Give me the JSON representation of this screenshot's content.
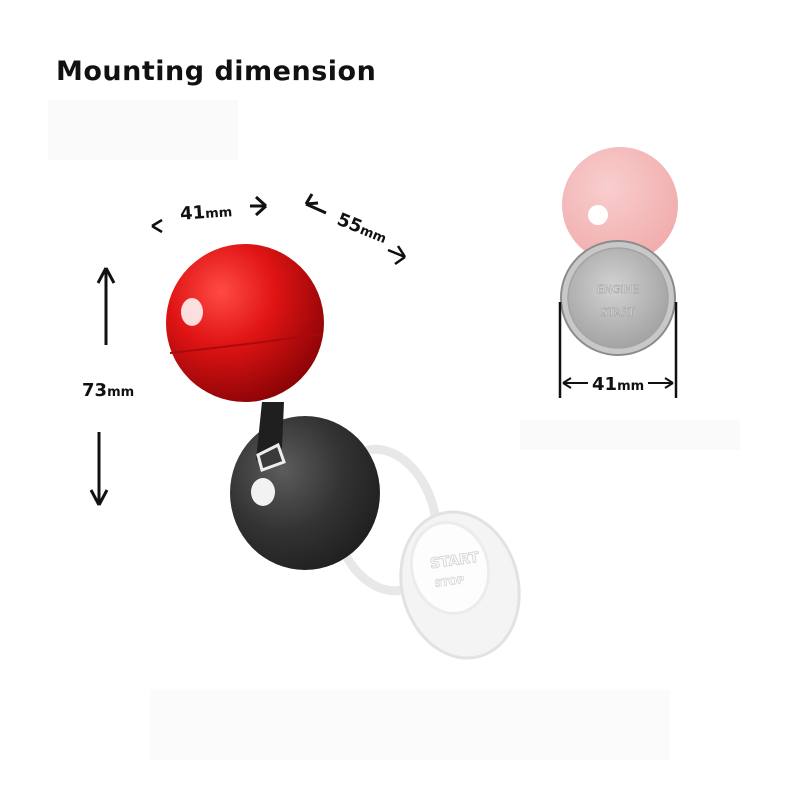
{
  "title": "Mounting dimension",
  "dimensions": {
    "width_ball": {
      "value": "41",
      "unit": "mm"
    },
    "diagonal": {
      "value": "55",
      "unit": "mm"
    },
    "height": {
      "value": "73",
      "unit": "mm"
    },
    "width_base": {
      "value": "41",
      "unit": "mm"
    }
  },
  "button_text": {
    "line1": "ENGINE",
    "line2": "START"
  },
  "ghost_button_text": {
    "line1": "START",
    "line2": "STOP"
  },
  "colors": {
    "ball_red": "#d80f12",
    "ball_dark": "#2f2f2f",
    "button_silver": "#b7b7b7"
  }
}
